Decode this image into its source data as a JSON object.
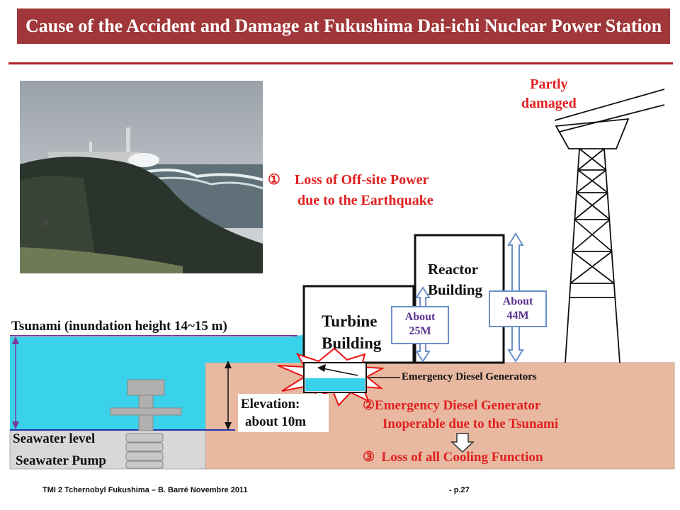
{
  "title": "Cause of the Accident and Damage at Fukushima Dai-ichi Nuclear Power Station",
  "tower_label_line1": "Partly",
  "tower_label_line2": "damaged",
  "step1": {
    "marker": "①",
    "line1": "Loss of Off-site Power",
    "line2": "due to the Earthquake"
  },
  "step2": {
    "line1": "②Emergency Diesel Generator",
    "line2": "Inoperable due to the Tsunami"
  },
  "step3": {
    "marker": "③",
    "label": "Loss of all Cooling Function"
  },
  "reactor_building": {
    "line1": "Reactor",
    "line2": "Building"
  },
  "turbine_building": {
    "line1": "Turbine",
    "line2": "Building"
  },
  "height_turbine": {
    "line1": "About",
    "line2": "25M"
  },
  "height_reactor": {
    "line1": "About",
    "line2": "44M"
  },
  "tsunami_label": "Tsunami (inundation height 14~15 m)",
  "elevation": {
    "line1": "Elevation:",
    "line2": "about 10m"
  },
  "edg_label": "Emergency Diesel Generators",
  "seawater_level": "Seawater level",
  "seawater_pump": "Seawater Pump",
  "footer_left": "TMI 2 Tchernobyl Fukushima – B. Barré  Novembre 2011",
  "footer_right": "- p.27",
  "colors": {
    "title_bg": "#a0373a",
    "accent_red": "#e02020",
    "water": "#39d2ea",
    "ground": "#e8b9a0",
    "arrow_blue": "#6b8fc9"
  }
}
